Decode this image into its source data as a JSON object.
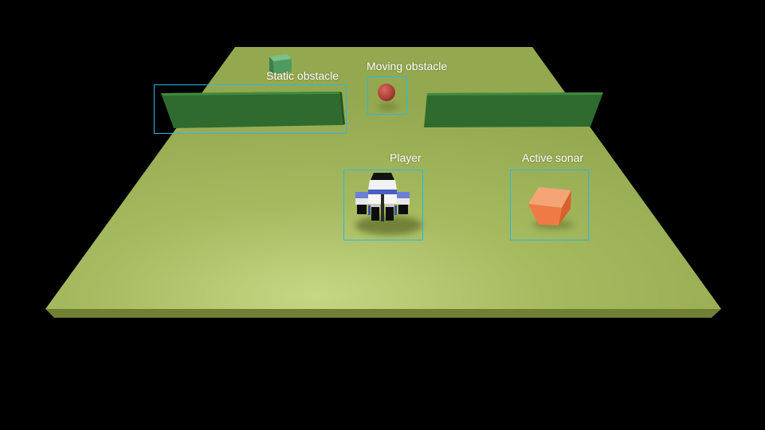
{
  "labels": {
    "static_obstacle": "Static obstacle",
    "moving_obstacle": "Moving obstacle",
    "player": "Player",
    "active_sonar": "Active sonar"
  },
  "colors": {
    "background": "#000000",
    "floor": "#9aae54",
    "floor_highlight": "#c6d784",
    "wall": "#2f6b2f",
    "highlight_box": "#29b6e8",
    "moving_obstacle": "#b5453b",
    "active_sonar": "#f07a45",
    "small_cube": "#4f9a5e"
  }
}
